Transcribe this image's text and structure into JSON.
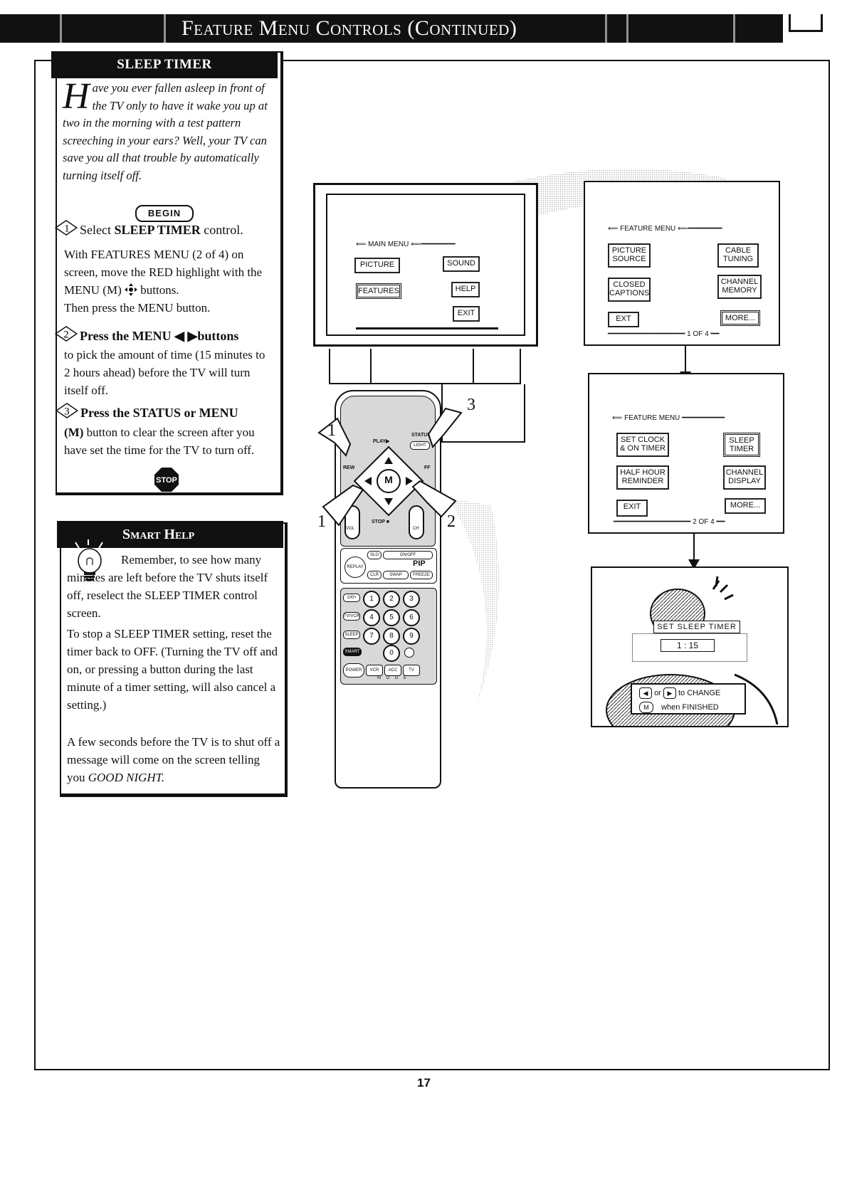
{
  "header": {
    "title": "Feature Menu Controls (Continued)"
  },
  "sleep_timer": {
    "tab_label": "SLEEP TIMER",
    "intro_dropcap": "H",
    "intro_text": "ave you ever fallen asleep in front of the TV only to have it wake you up at two in the morning with a test pattern screeching in your ears? Well, your TV can save you all that trouble by automatically turning itself off.",
    "begin_label": "BEGIN",
    "step1": {
      "number": "1",
      "head_pre": "Select ",
      "head_bold": "SLEEP TIMER",
      "head_post": " control.",
      "body_a": "With FEATURES MENU (2 of 4) on screen, move the RED highlight with the MENU (M) ",
      "body_b": " buttons.",
      "body_c": "Then press the MENU button."
    },
    "step2": {
      "number": "2",
      "head": "Press the  MENU ◀ ▶buttons",
      "body": "to pick the amount of time (15 minutes to 2 hours ahead) before the TV will turn itself off."
    },
    "step3": {
      "number": "3",
      "head": "Press the STATUS or MENU",
      "body_bold": "(M)",
      "body": " button to clear the screen after you have set the time for the TV to turn off."
    },
    "stop_label": "STOP"
  },
  "smart_help": {
    "tab_label": "Smart Help",
    "p1": "Remember,  to see how many minutes are left before the TV shuts itself off, reselect the SLEEP TIMER control screen.",
    "p2": "To stop a SLEEP TIMER setting, reset the timer back to OFF. (Turning the TV off and on, or pressing a button during the last minute of a timer setting, will also cancel a setting.)",
    "p3_pre": "A few seconds before the TV is to shut off a message will come on the screen telling you ",
    "p3_em": "GOOD NIGHT."
  },
  "tv_screen": {
    "title": "MAIN MENU",
    "buttons": [
      "PICTURE",
      "SOUND",
      "FEATURES",
      "HELP",
      "EXIT"
    ]
  },
  "feature_menu_1": {
    "title": "FEATURE MENU",
    "buttons": [
      "PICTURE SOURCE",
      "CABLE TUNING",
      "CLOSED CAPTIONS",
      "CHANNEL MEMORY",
      "EXT",
      "MORE..."
    ],
    "page": "1 OF 4"
  },
  "feature_menu_2": {
    "title": "FEATURE MENU",
    "buttons": [
      "SET CLOCK & ON TIMER",
      "SLEEP TIMER",
      "HALF HOUR REMINDER",
      "CHANNEL DISPLAY",
      "EXIT",
      "MORE..."
    ],
    "page": "2 OF 4"
  },
  "sleep_screen": {
    "title": "SET SLEEP TIMER",
    "value": "1 : 15",
    "or_label": "or",
    "change_label": "to CHANGE",
    "m_label": "M",
    "finished_label": "when FINISHED"
  },
  "remote": {
    "play": "PLAY▶",
    "status": "STATUS",
    "light": "LIGHT",
    "rew": "REW",
    "ff": "FF",
    "stop": "STOP ■",
    "menu": "M",
    "vol": "VOL",
    "ch": "CH",
    "pip": "PIP",
    "replay": "REPLAY",
    "clr": "CLR",
    "slo": "SLO",
    "onoff": "ON/OFF",
    "swap": "SWAP",
    "freeze": "FREEZE",
    "numbers": [
      "1",
      "2",
      "3",
      "4",
      "5",
      "6",
      "7",
      "8",
      "9",
      "0"
    ],
    "k100": "100+",
    "tvvcr": "TV/VCR",
    "sleep": "SLEEP",
    "smart": "SMART",
    "power": "POWER",
    "vcr": "VCR",
    "acc": "ACC",
    "tv": "TV",
    "mode": "M O D E"
  },
  "callouts": [
    "1",
    "2",
    "3",
    "1"
  ],
  "page_number": "17"
}
